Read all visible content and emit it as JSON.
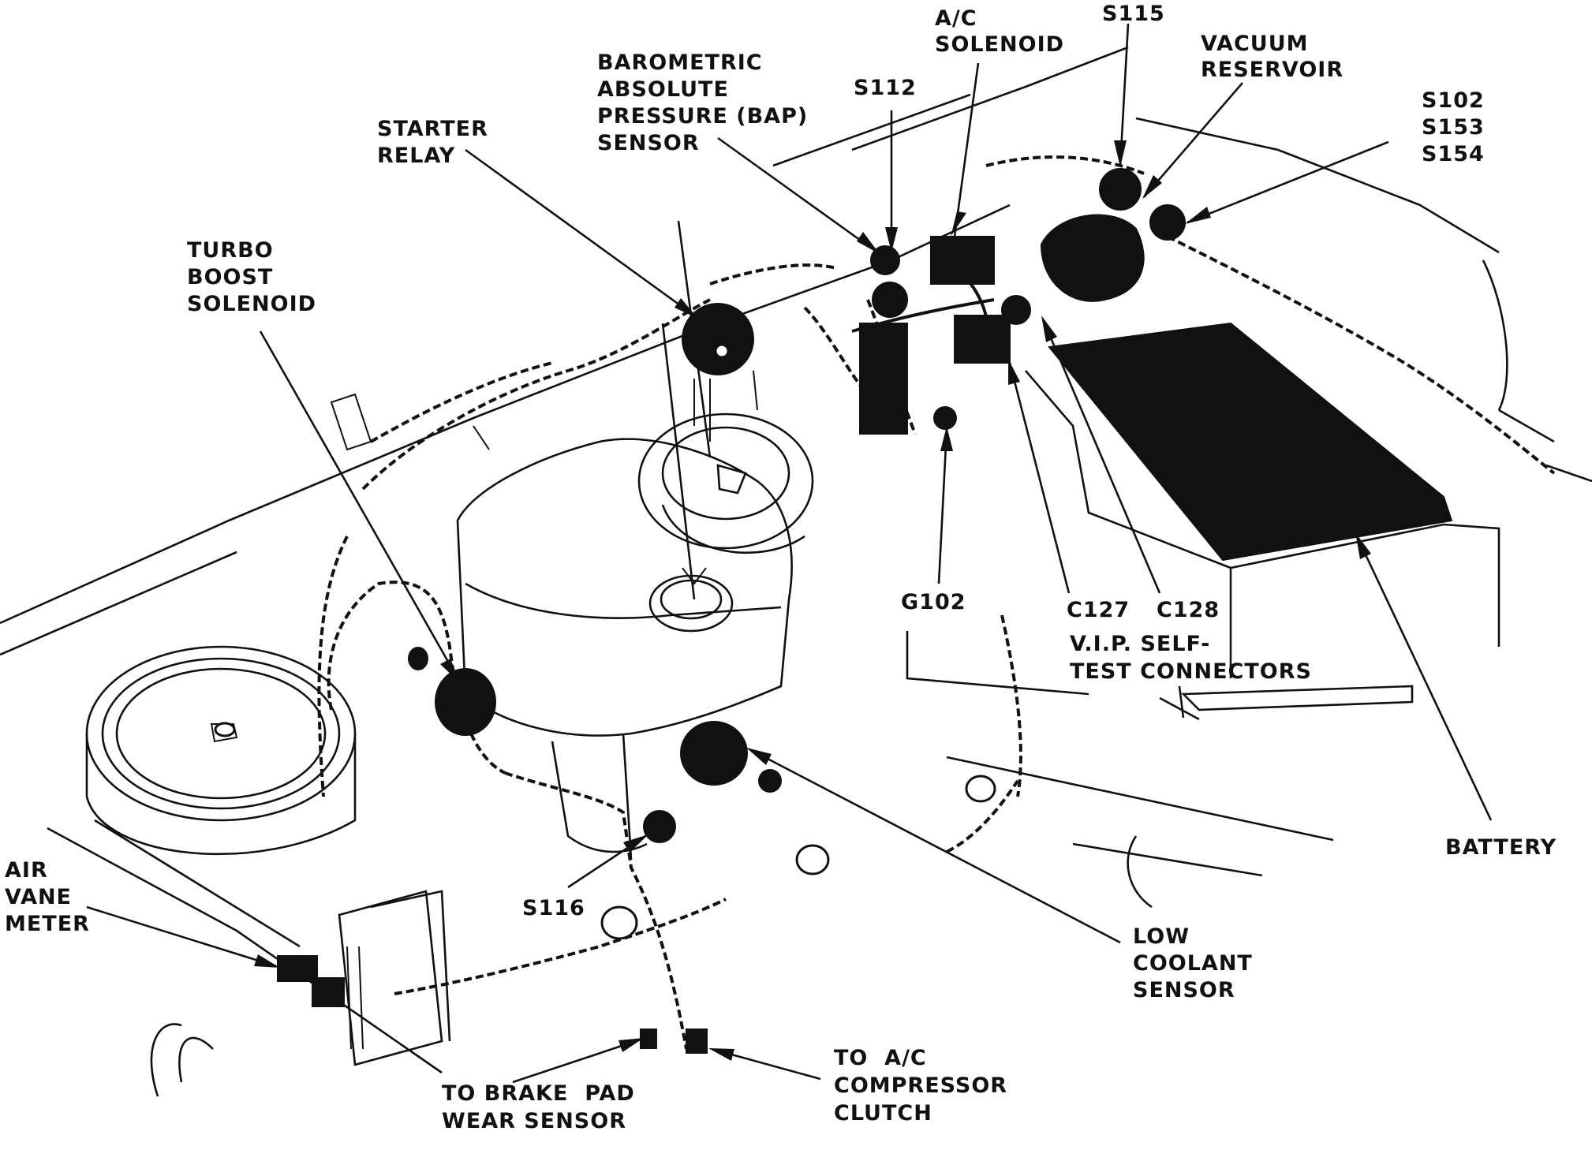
{
  "labels": {
    "ac_solenoid": [
      "A/C",
      "SOLENOID"
    ],
    "s115": [
      "S115"
    ],
    "vacuum_reservoir": [
      "VACUUM",
      "RESERVOIR"
    ],
    "bap_sensor": [
      "BAROMETRIC",
      "ABSOLUTE",
      "PRESSURE (BAP)",
      "SENSOR"
    ],
    "s112": [
      "S112"
    ],
    "s102_group": [
      "S102",
      "S153",
      "S154"
    ],
    "starter_relay": [
      "STARTER",
      "RELAY"
    ],
    "turbo_boost_solenoid": [
      "TURBO",
      "BOOST",
      "SOLENOID"
    ],
    "g102": [
      "G102"
    ],
    "c127": [
      "C127"
    ],
    "c128": [
      "C128"
    ],
    "vip_connectors": [
      "V.I.P. SELF-",
      "TEST CONNECTORS"
    ],
    "battery": [
      "BATTERY"
    ],
    "air_vane_meter": [
      "AIR",
      "VANE",
      "METER"
    ],
    "s116": [
      "S116"
    ],
    "low_coolant_sensor": [
      "LOW",
      "COOLANT",
      "SENSOR"
    ],
    "brake_pad_sensor": [
      "TO BRAKE  PAD",
      "WEAR SENSOR"
    ],
    "ac_compressor_clutch": [
      "TO  A/C",
      "COMPRESSOR",
      "CLUTCH"
    ]
  }
}
